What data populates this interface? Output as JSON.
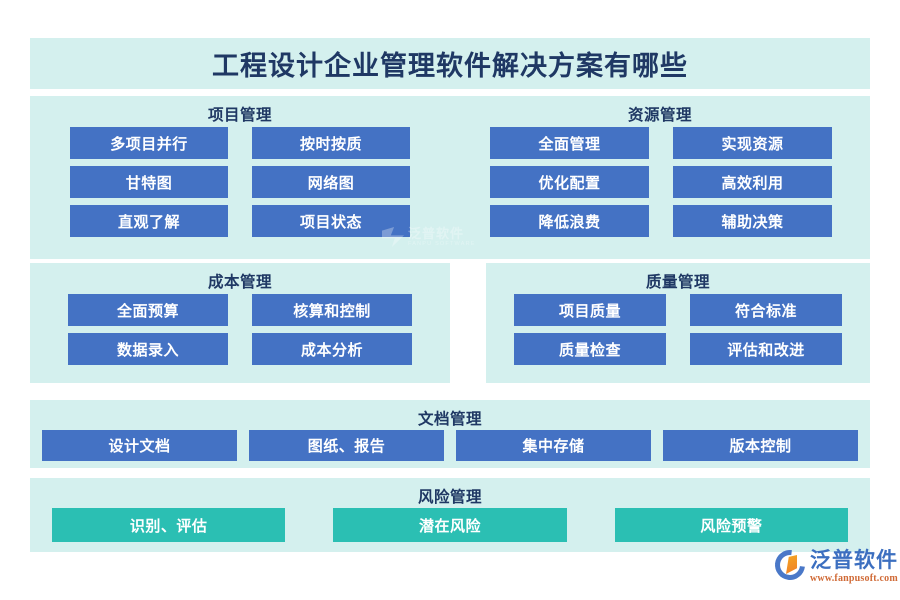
{
  "title": "工程设计企业管理软件解决方案有哪些",
  "colors": {
    "card_bg": "#d4f0ee",
    "chip_blue": "#4472c4",
    "chip_teal": "#2bbfb3",
    "heading": "#1f3864",
    "page_bg": "#ffffff"
  },
  "sections": {
    "project": {
      "heading": "项目管理",
      "items": [
        "多项目并行",
        "按时按质",
        "甘特图",
        "网络图",
        "直观了解",
        "项目状态"
      ]
    },
    "resource": {
      "heading": "资源管理",
      "items": [
        "全面管理",
        "实现资源",
        "优化配置",
        "高效利用",
        "降低浪费",
        "辅助决策"
      ]
    },
    "cost": {
      "heading": "成本管理",
      "items": [
        "全面预算",
        "核算和控制",
        "数据录入",
        "成本分析"
      ]
    },
    "quality": {
      "heading": "质量管理",
      "items": [
        "项目质量",
        "符合标准",
        "质量检查",
        "评估和改进"
      ]
    },
    "document": {
      "heading": "文档管理",
      "items": [
        "设计文档",
        "图纸、报告",
        "集中存储",
        "版本控制"
      ]
    },
    "risk": {
      "heading": "风险管理",
      "items": [
        "识别、评估",
        "潜在风险",
        "风险预警"
      ]
    }
  },
  "watermark": {
    "name": "泛普软件",
    "subtitle": "FANPU SOFTWARE"
  },
  "brand": {
    "name": "泛普软件",
    "url": "www.fanpusoft.com"
  }
}
